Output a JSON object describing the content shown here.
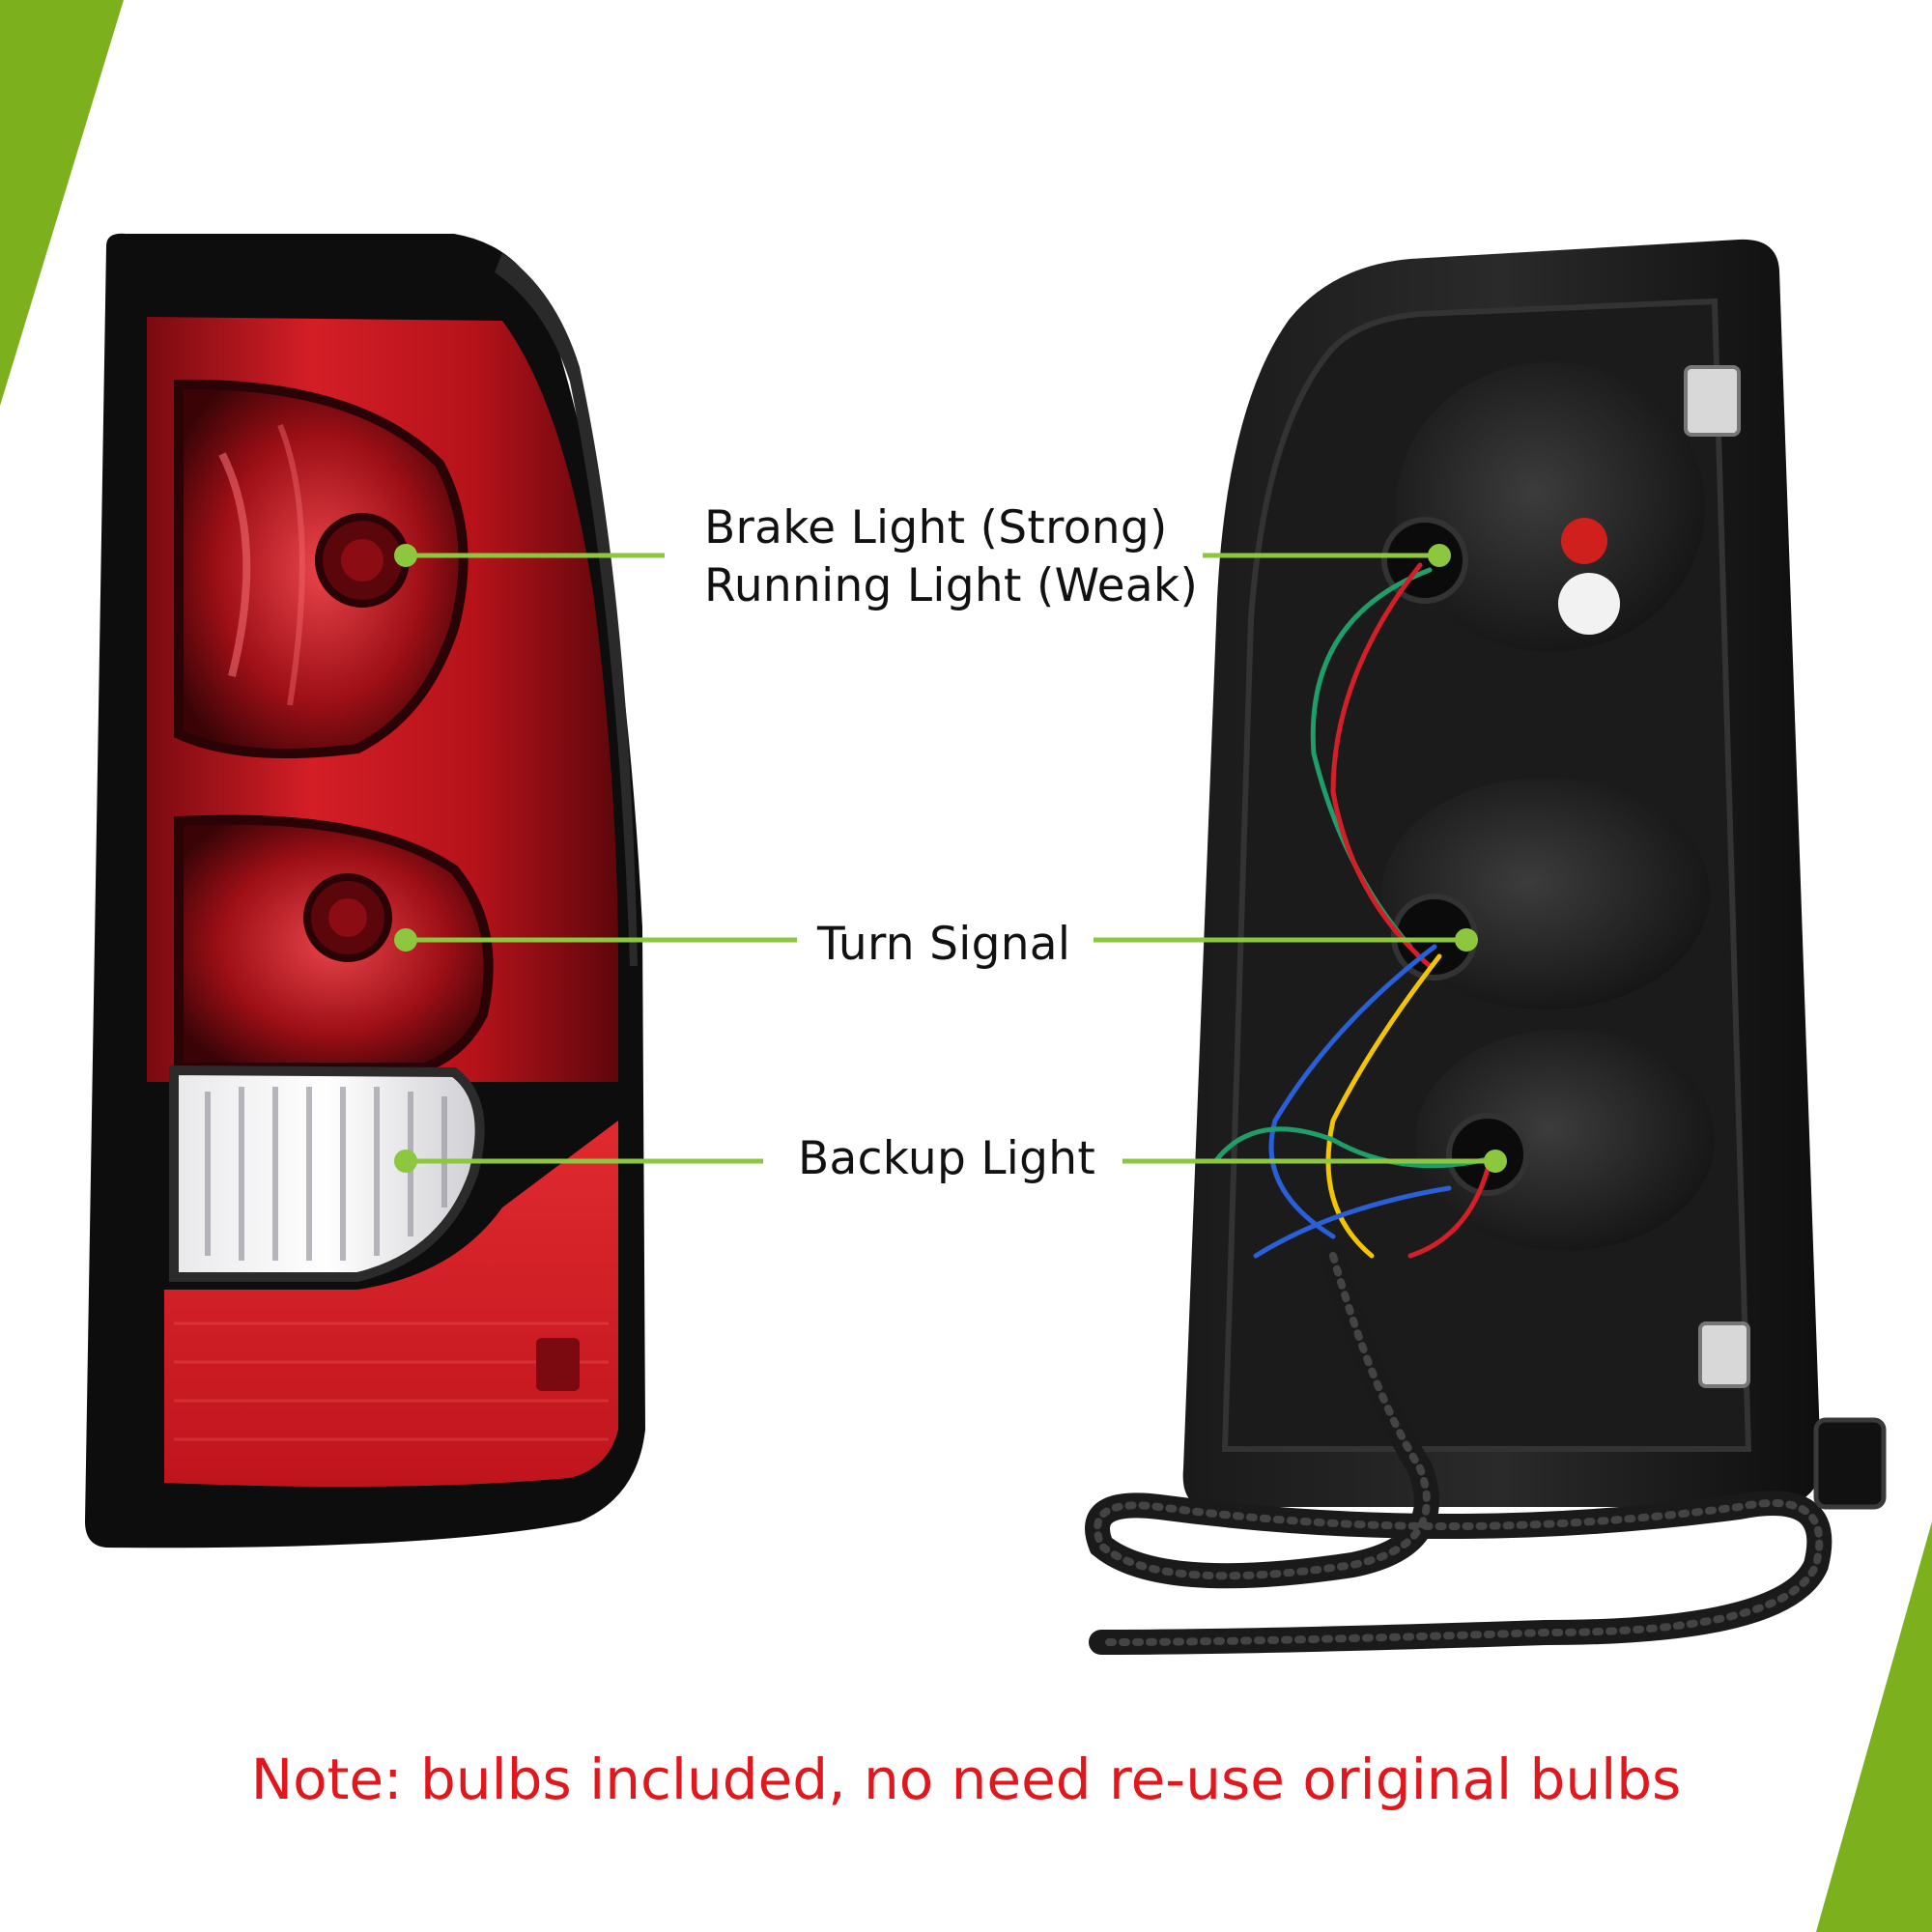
{
  "callouts": {
    "brake_line1": "Brake Light (Strong)",
    "brake_line2": "Running Light (Weak)",
    "turn": "Turn Signal",
    "backup": "Backup Light"
  },
  "note": "Note: bulbs included, no need re-use original bulbs",
  "colors": {
    "accent_green": "#7DB01D",
    "callout_green": "#8DC63F",
    "note_red": "#E0181E",
    "lens_red": "#C0141C",
    "housing_black": "#111111"
  }
}
